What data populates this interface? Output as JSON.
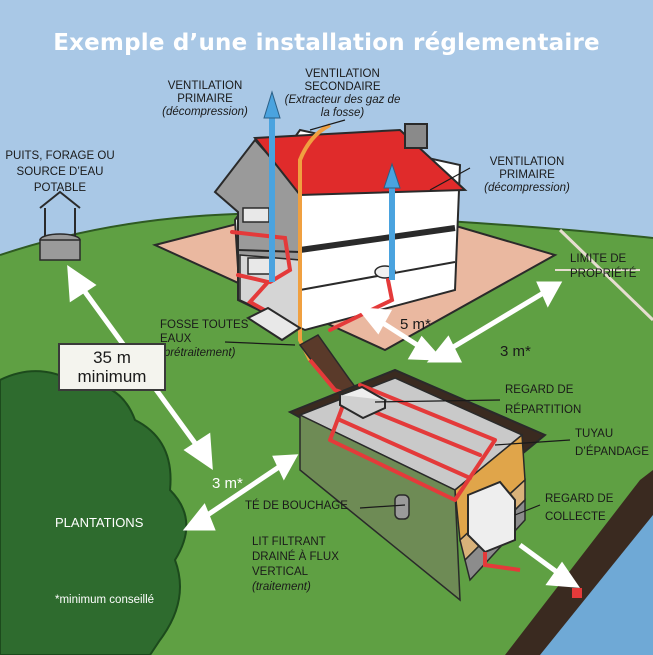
{
  "title": "Exemple d’une installation réglementaire",
  "labels": {
    "vent_primaire_1": "VENTILATION PRIMAIRE",
    "vent_primaire_1_note": "(décompression)",
    "vent_secondaire": "VENTILATION SECONDAIRE",
    "vent_secondaire_note": "(Extracteur des gaz de la fosse)",
    "vent_primaire_2": "VENTILATION PRIMAIRE",
    "vent_primaire_2_note": "(décompression)",
    "puits": "PUITS, FORAGE OU SOURCE D’EAU POTABLE",
    "limite": "LIMITE DE PROPRIÉTÉ",
    "fosse": "FOSSE TOUTES EAUX",
    "fosse_note": "(prétraitement)",
    "regard_repartition": "REGARD DE RÉPARTITION",
    "tuyau": "TUYAU D’ÉPANDAGE",
    "te_bouchage": "TÉ DE BOUCHAGE",
    "regard_collecte": "REGARD DE COLLECTE",
    "lit_filtrant": "LIT FILTRANT DRAINÉ À FLUX VERTICAL",
    "lit_filtrant_note": "(traitement)",
    "plantations": "PLANTATIONS",
    "minimum_note": "*minimum conseillé"
  },
  "distances": {
    "well": "35 m minimum",
    "house_filter": "5 m*",
    "property": "3 m*",
    "plantations": "3 m*"
  },
  "colors": {
    "sky": "#a9c8e6",
    "grass": "#5fa043",
    "roof": "#e02b2b",
    "pipe": "#e43a3a",
    "vent_pipe": "#4aa3df",
    "gas_pipe": "#f0a040",
    "soil": "#eab8a0"
  }
}
